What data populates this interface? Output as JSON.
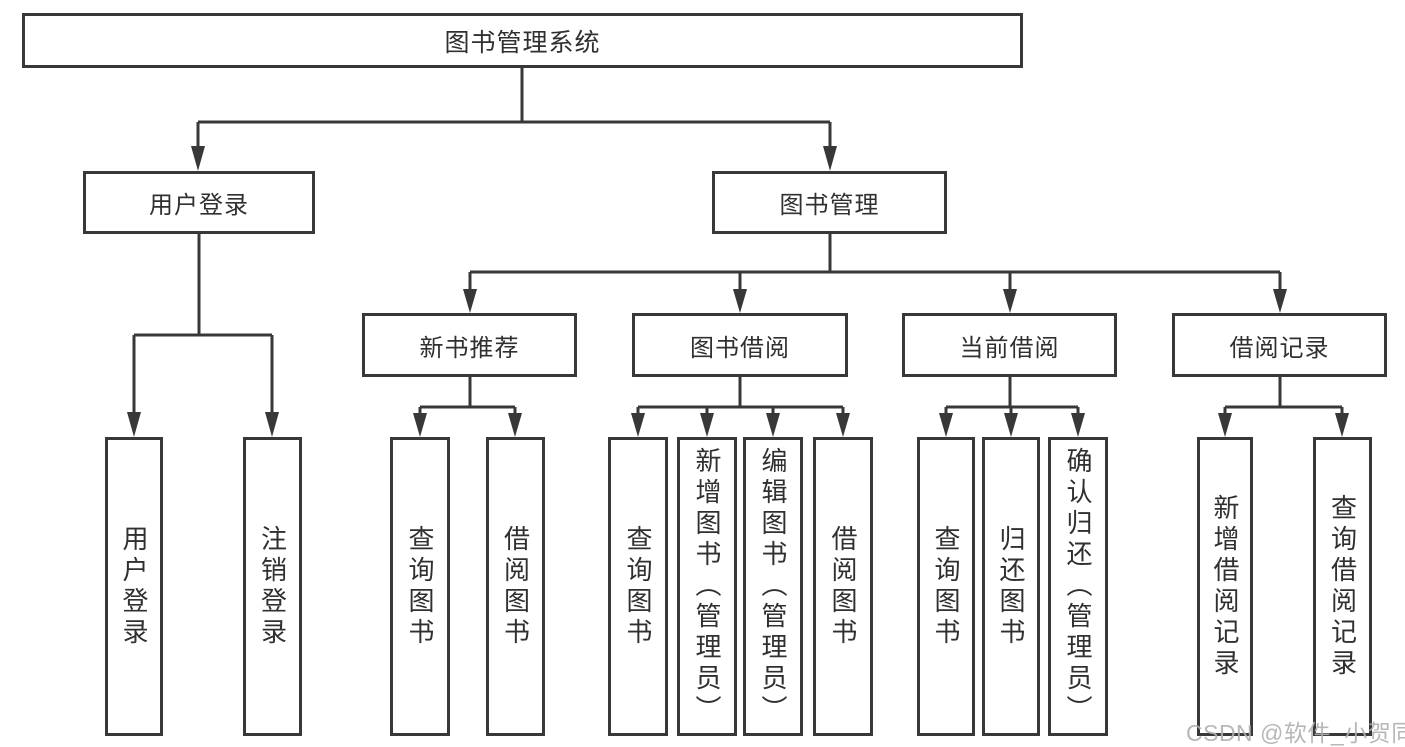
{
  "nodes": {
    "root": "图书管理系统",
    "level2": [
      "用户登录",
      "图书管理"
    ],
    "level3": [
      "新书推荐",
      "图书借阅",
      "当前借阅",
      "借阅记录"
    ],
    "leaves_user": [
      "用户登录",
      "注销登录"
    ],
    "leaves_recommend": [
      "查询图书",
      "借阅图书"
    ],
    "leaves_borrow": [
      "查询图书",
      "新增图书（管理员）",
      "编辑图书（管理员）",
      "借阅图书"
    ],
    "leaves_current": [
      "查询图书",
      "归还图书",
      "确认归还（管理员）"
    ],
    "leaves_record": [
      "新增借阅记录",
      "查询借阅记录"
    ]
  },
  "watermark": "CSDN @软件_小贺同学",
  "colors": {
    "line": "#383838",
    "text": "#303030",
    "watermark": "#b0b0b0",
    "background": "#ffffff"
  }
}
